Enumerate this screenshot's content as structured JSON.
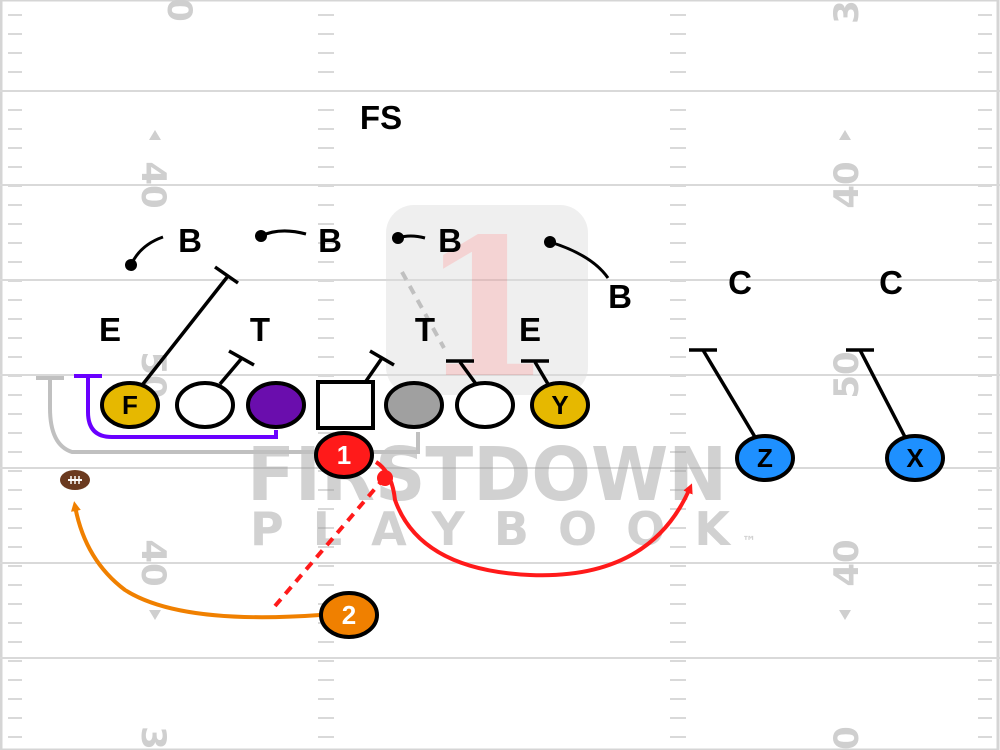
{
  "diagram": {
    "yard_numbers": {
      "left_top_partial": "0",
      "left_40_upper": "40",
      "left_50": "50",
      "left_40_lower": "40",
      "left_bottom_partial": "3",
      "right_top_partial": "3",
      "right_40_upper": "40",
      "right_50": "50",
      "right_40_lower": "40",
      "right_bottom_partial": "0"
    },
    "defense": {
      "free_safety": "FS",
      "linebacker_1": "B",
      "linebacker_2": "B",
      "linebacker_3": "B",
      "linebacker_4": "B",
      "corner_left": "C",
      "corner_right": "C",
      "end_left": "E",
      "tackle_left": "T",
      "tackle_right": "T",
      "end_right": "E"
    },
    "offense": {
      "fullback": "F",
      "tight_end": "Y",
      "receiver_z": "Z",
      "receiver_x": "X",
      "quarterback": "1",
      "running_back": "2"
    },
    "colors": {
      "fullback": "#e6b800",
      "tight_end": "#e6b800",
      "left_guard": "#6a0dad",
      "right_guard": "#a0a0a0",
      "quarterback": "#ff1a1a",
      "running_back": "#f08000",
      "receivers": "#1e90ff",
      "qb_route": "#ff1a1a",
      "rb_route": "#f08000",
      "guard_pull": "#6a00ff",
      "tackle_pull": "#c0c0c0"
    },
    "watermark": {
      "brand_top": "FIRSTDOWN",
      "brand_bottom": "PLAYBOOK",
      "trademark": "™",
      "logo_number": "1"
    }
  }
}
